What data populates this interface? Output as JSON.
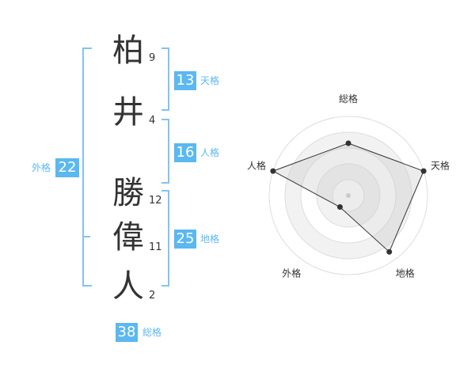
{
  "name": {
    "chars": [
      {
        "char": "柏",
        "strokes": "9"
      },
      {
        "char": "井",
        "strokes": "4"
      },
      {
        "char": "勝",
        "strokes": "12"
      },
      {
        "char": "偉",
        "strokes": "11"
      },
      {
        "char": "人",
        "strokes": "2"
      }
    ]
  },
  "kakusu": {
    "tenkaku": {
      "value": "13",
      "label": "天格"
    },
    "jinkaku": {
      "value": "16",
      "label": "人格"
    },
    "chikaku": {
      "value": "25",
      "label": "地格"
    },
    "gaikaku": {
      "value": "22",
      "label": "外格"
    },
    "soukaku": {
      "value": "38",
      "label": "総格"
    }
  },
  "colors": {
    "accent": "#5bb8f0",
    "bracket": "#82c4ee",
    "text": "#333333"
  },
  "chart_data": {
    "type": "radar",
    "axes": [
      "総格",
      "天格",
      "地格",
      "外格",
      "人格"
    ],
    "max": 5,
    "values": [
      3.3,
      5,
      4.4,
      0.9,
      5
    ],
    "rings": 5
  }
}
